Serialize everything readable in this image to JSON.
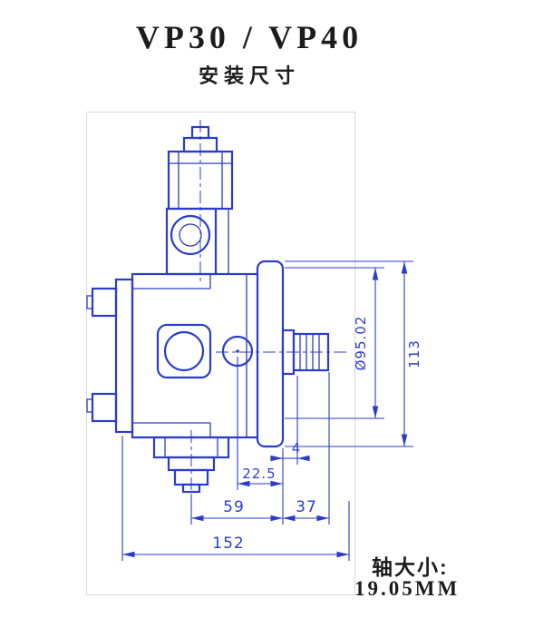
{
  "header": {
    "title": "VP30 / VP40",
    "subtitle": "安装尺寸"
  },
  "dimensions": {
    "pilot_diameter": "Ø95.02",
    "flange_height": "113",
    "step_width": "4",
    "hub_offset": "22.5",
    "body_width": "59",
    "shaft_length": "37",
    "overall_length": "152"
  },
  "footer": {
    "shaft_size_label": "轴大小:",
    "shaft_size_value": "19.05MM"
  },
  "colors": {
    "drawing": "#2b3ccc",
    "text": "#1c1c1c",
    "frame": "#d9d9d9",
    "background": "#ffffff"
  }
}
